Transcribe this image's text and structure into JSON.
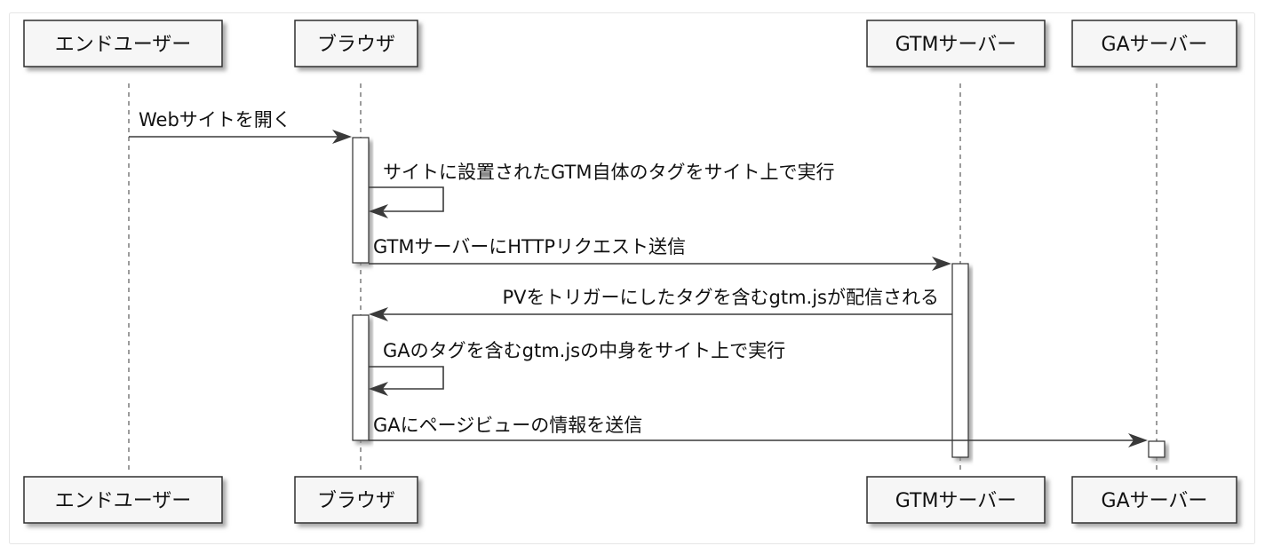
{
  "participants": [
    {
      "id": "enduser",
      "label": "エンドユーザー"
    },
    {
      "id": "browser",
      "label": "ブラウザ"
    },
    {
      "id": "gtm",
      "label": "GTMサーバー"
    },
    {
      "id": "ga",
      "label": "GAサーバー"
    }
  ],
  "messages": [
    {
      "from": "enduser",
      "to": "browser",
      "label": "Webサイトを開く"
    },
    {
      "from": "browser",
      "to": "browser",
      "label": "サイトに設置されたGTM自体のタグをサイト上で実行"
    },
    {
      "from": "browser",
      "to": "gtm",
      "label": "GTMサーバーにHTTPリクエスト送信"
    },
    {
      "from": "gtm",
      "to": "browser",
      "label": "PVをトリガーにしたタグを含むgtm.jsが配信される"
    },
    {
      "from": "browser",
      "to": "browser",
      "label": "GAのタグを含むgtm.jsの中身をサイト上で実行"
    },
    {
      "from": "browser",
      "to": "ga",
      "label": "GAにページビューの情報を送信"
    }
  ],
  "colors": {
    "line": "#3a3a3a",
    "box_fill": "#f6f6f6",
    "box_stroke": "#2f2f2f",
    "shadow": "#9a9a9a"
  }
}
